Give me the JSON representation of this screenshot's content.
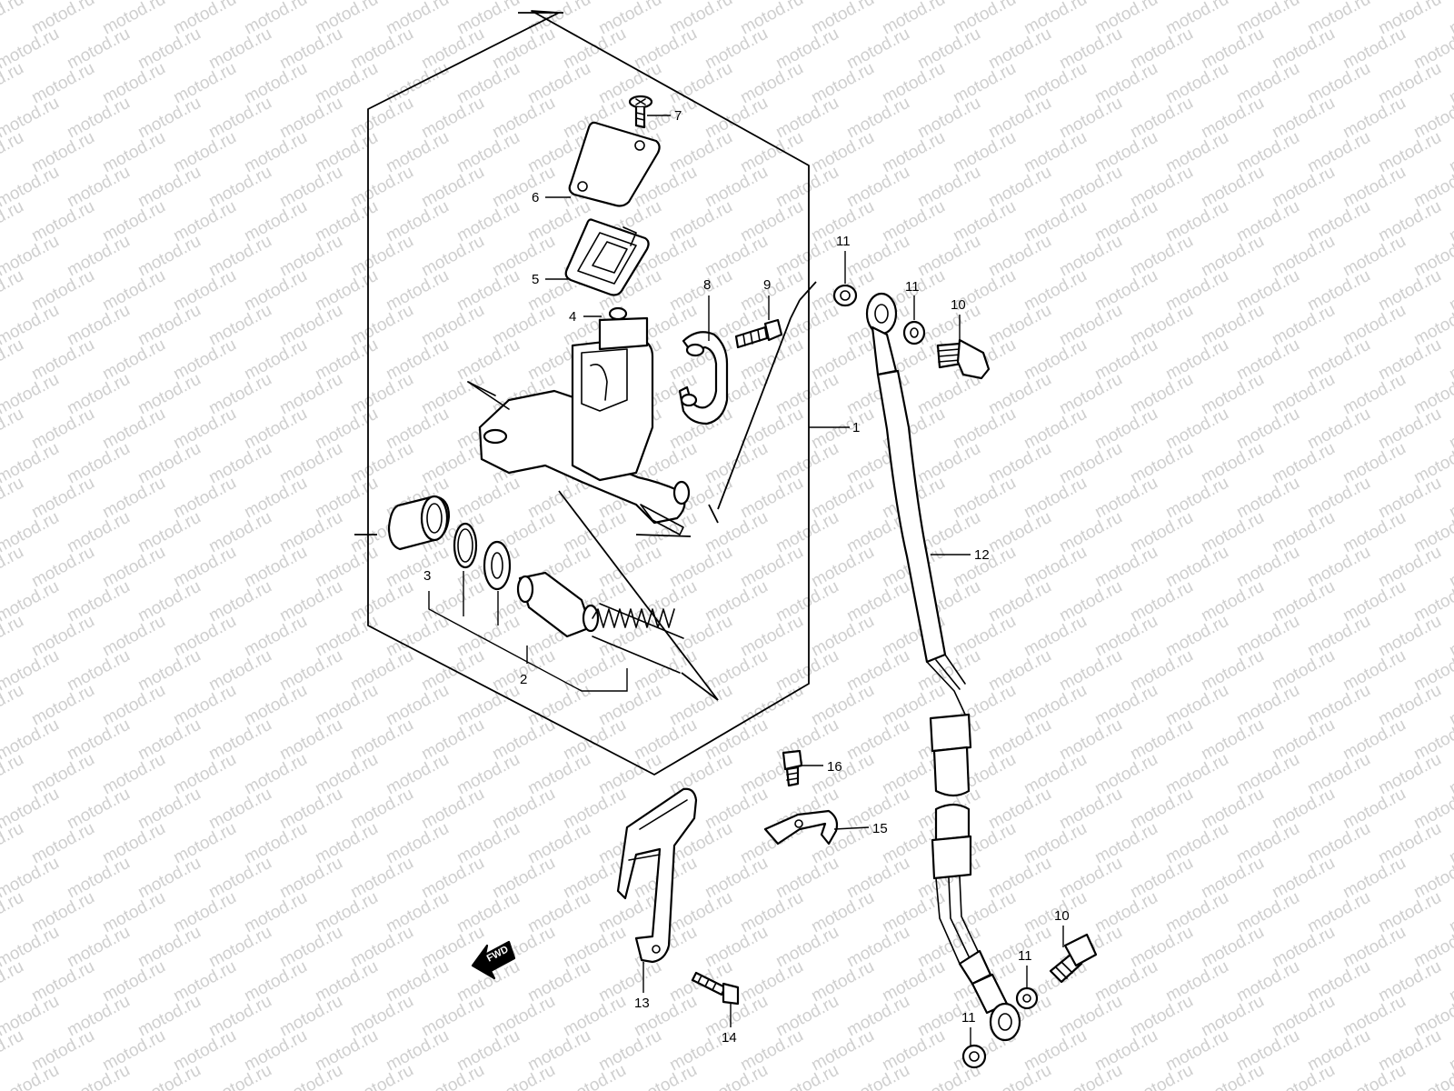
{
  "watermark": {
    "text": "motod.ru",
    "color": "#cfcfcf"
  },
  "callouts": {
    "c1": "1",
    "c2": "2",
    "c3": "3",
    "c4": "4",
    "c5": "5",
    "c6": "6",
    "c7": "7",
    "c8": "8",
    "c9": "9",
    "c10a": "10",
    "c10b": "10",
    "c11a": "11",
    "c11b": "11",
    "c11c": "11",
    "c11d": "11",
    "c12": "12",
    "c13": "13",
    "c14": "14",
    "c15": "15",
    "c16": "16"
  },
  "direction_badge": {
    "text": "FWD",
    "icon": "arrow-left-icon"
  }
}
